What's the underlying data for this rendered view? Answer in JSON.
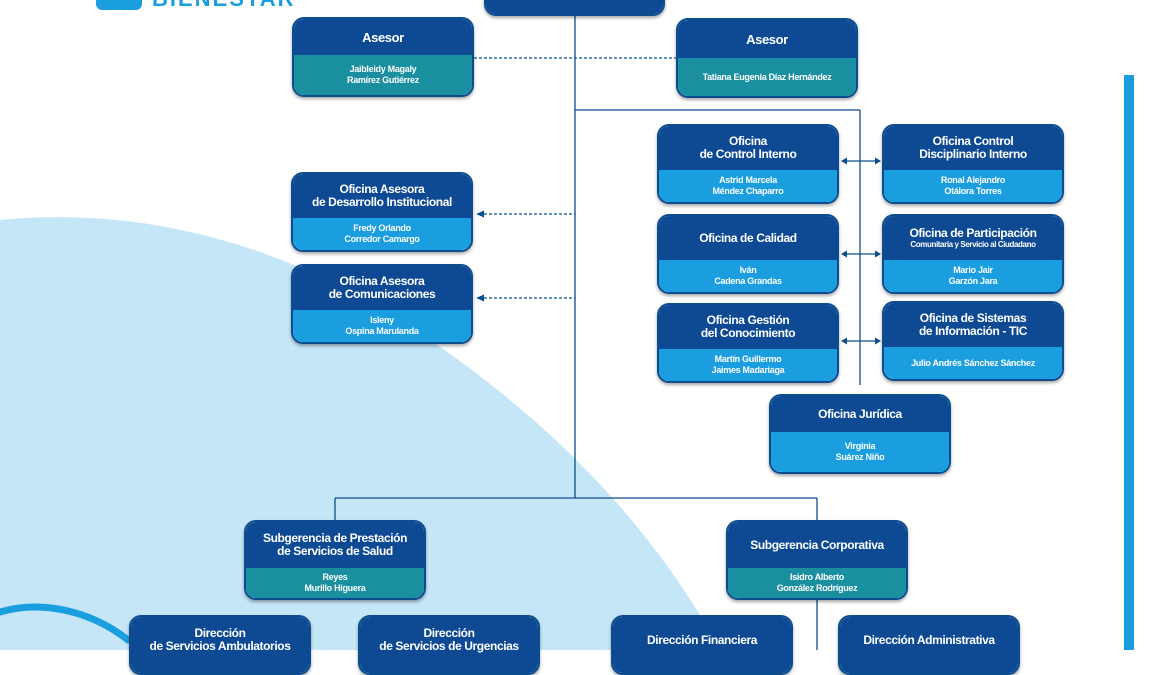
{
  "logo": {
    "text": "BIENESTAR"
  },
  "colors": {
    "navy": "#0d4a93",
    "teal": "#1a8fa0",
    "blue": "#1a9ee0",
    "light_bg": "#c5e6f7",
    "line": "#0c4d8f"
  },
  "top_box": {
    "title": ""
  },
  "asesor_left": {
    "title": "Asesor",
    "person": [
      "Jaibleidy Magaly",
      "Ramírez Gutiérrez"
    ]
  },
  "asesor_right": {
    "title": "Asesor",
    "person": [
      "Tatiana Eugenia Díaz Hernández"
    ]
  },
  "oficina_desarrollo": {
    "title": [
      "Oficina Asesora",
      "de Desarrollo Institucional"
    ],
    "person": [
      "Fredy Orlando",
      "Corredor Camargo"
    ]
  },
  "oficina_comunicaciones": {
    "title": [
      "Oficina Asesora",
      "de Comunicaciones"
    ],
    "person": [
      "Isleny",
      "Ospina Marulanda"
    ]
  },
  "oficina_control_interno": {
    "title": [
      "Oficina",
      "de Control Interno"
    ],
    "person": [
      "Astrid Marcela",
      "Méndez Chaparro"
    ]
  },
  "oficina_disciplinario": {
    "title": [
      "Oficina Control",
      "Disciplinario Interno"
    ],
    "person": [
      "Ronal Alejandro",
      "Otálora Torres"
    ]
  },
  "oficina_calidad": {
    "title": [
      "Oficina de Calidad"
    ],
    "person": [
      "Iván",
      "Cadena Grandas"
    ]
  },
  "oficina_participacion": {
    "title": [
      "Oficina de Participación"
    ],
    "subtitle": "Comunitaria y Servicio al Ciudadano",
    "person": [
      "Mario Jair",
      "Garzón Jara"
    ]
  },
  "oficina_conocimiento": {
    "title": [
      "Oficina Gestión",
      "del Conocimiento"
    ],
    "person": [
      "Martín Guillermo",
      "Jaimes Madariaga"
    ]
  },
  "oficina_sistemas": {
    "title": [
      "Oficina de Sistemas",
      "de Información - TIC"
    ],
    "person": [
      "Julio Andrés Sánchez Sánchez"
    ]
  },
  "oficina_juridica": {
    "title": [
      "Oficina Jurídica"
    ],
    "person": [
      "Virginia",
      "Suárez Niño"
    ]
  },
  "subgerencia_salud": {
    "title": [
      "Subgerencia de Prestación",
      "de Servicios de Salud"
    ],
    "person": [
      "Reyes",
      "Murillo Higuera"
    ]
  },
  "subgerencia_corporativa": {
    "title": [
      "Subgerencia Corporativa"
    ],
    "person": [
      "Isidro Alberto",
      "González Rodríguez"
    ]
  },
  "direccion_ambulatorios": {
    "title": [
      "Dirección",
      "de Servicios Ambulatorios"
    ]
  },
  "direccion_urgencias": {
    "title": [
      "Dirección",
      "de Servicios de Urgencias"
    ]
  },
  "direccion_financiera": {
    "title": [
      "Dirección Financiera"
    ]
  },
  "direccion_administrativa": {
    "title": [
      "Dirección Administrativa"
    ]
  }
}
